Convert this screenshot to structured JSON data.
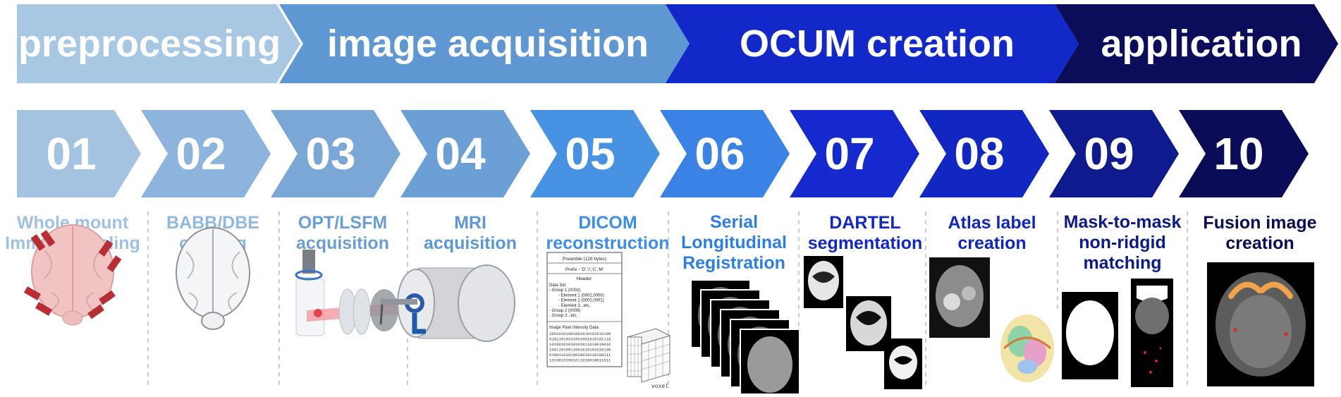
{
  "phases": [
    {
      "label": "preprocessing",
      "color": "#a8c7e3"
    },
    {
      "label": "image acquisition",
      "color": "#5f97d2"
    },
    {
      "label": "OCUM creation",
      "color": "#1228c9"
    },
    {
      "label": "application",
      "color": "#0b0c5a"
    }
  ],
  "steps": [
    {
      "num": "01",
      "color": "#a3c3e1",
      "caption": [
        "Whole mount",
        "Immunolabeling"
      ],
      "caption_color": "#9ec1e4",
      "icon": "brain-antibody-icon"
    },
    {
      "num": "02",
      "color": "#8cb4dc",
      "caption": [
        "BABB/DBE",
        "clearing"
      ],
      "caption_color": "#8fb8e2",
      "icon": "cleared-brain-icon"
    },
    {
      "num": "03",
      "color": "#7aa7d6",
      "caption": [
        "OPT/LSFM",
        "acquisition"
      ],
      "caption_color": "#6a9fd6",
      "icon": "light-sheet-icon"
    },
    {
      "num": "04",
      "color": "#6b9fd6",
      "caption": [
        "MRI",
        "acquisition"
      ],
      "caption_color": "#5c98d8",
      "icon": "mri-scanner-icon"
    },
    {
      "num": "05",
      "color": "#4792e2",
      "caption": [
        "DICOM",
        "reconstruction"
      ],
      "caption_color": "#3c8ee6",
      "icon": "dicom-file-icon"
    },
    {
      "num": "06",
      "color": "#3a82e6",
      "caption": [
        "Serial",
        "Longitudinal",
        "Registration"
      ],
      "caption_color": "#2d7ee2",
      "icon": "image-stack-icon"
    },
    {
      "num": "07",
      "color": "#1529cf",
      "caption": [
        "DARTEL",
        "segmentation"
      ],
      "caption_color": "#1128c9",
      "icon": "segmentation-icon"
    },
    {
      "num": "08",
      "color": "#1226c2",
      "caption": [
        "Atlas label",
        "creation"
      ],
      "caption_color": "#1027bd",
      "icon": "atlas-label-icon"
    },
    {
      "num": "09",
      "color": "#0f1a8e",
      "caption": [
        "Mask-to-mask",
        "non-ridgid",
        "matching"
      ],
      "caption_color": "#0d1a8a",
      "icon": "mask-matching-icon"
    },
    {
      "num": "10",
      "color": "#0a0c57",
      "caption": [
        "Fusion image",
        "creation"
      ],
      "caption_color": "#0a0c57",
      "icon": "fusion-image-icon"
    }
  ],
  "dicom": {
    "preamble": "Preamble (128 bytes)",
    "prefix": "Prefix - 'D','I','C','M'",
    "header": "Header:",
    "lines": [
      "Data Set",
      "- Group 1 (0002)",
      "- Element 1 (0002,0000)",
      "- Element 2 (0002,0001)",
      "- Element 3...etc.",
      "- Group 2 (0008)",
      "- Group 3...etc."
    ],
    "pixel_title": "Image Pixel Intensity Data:",
    "bits": [
      "10010101001001010101010100",
      "01011010101001001010101110",
      "10100101010101011010010010",
      "10011010011001010101010100",
      "01001101010010010110100111",
      "10100101001011010010011011"
    ],
    "voxel_label": "voxel"
  }
}
